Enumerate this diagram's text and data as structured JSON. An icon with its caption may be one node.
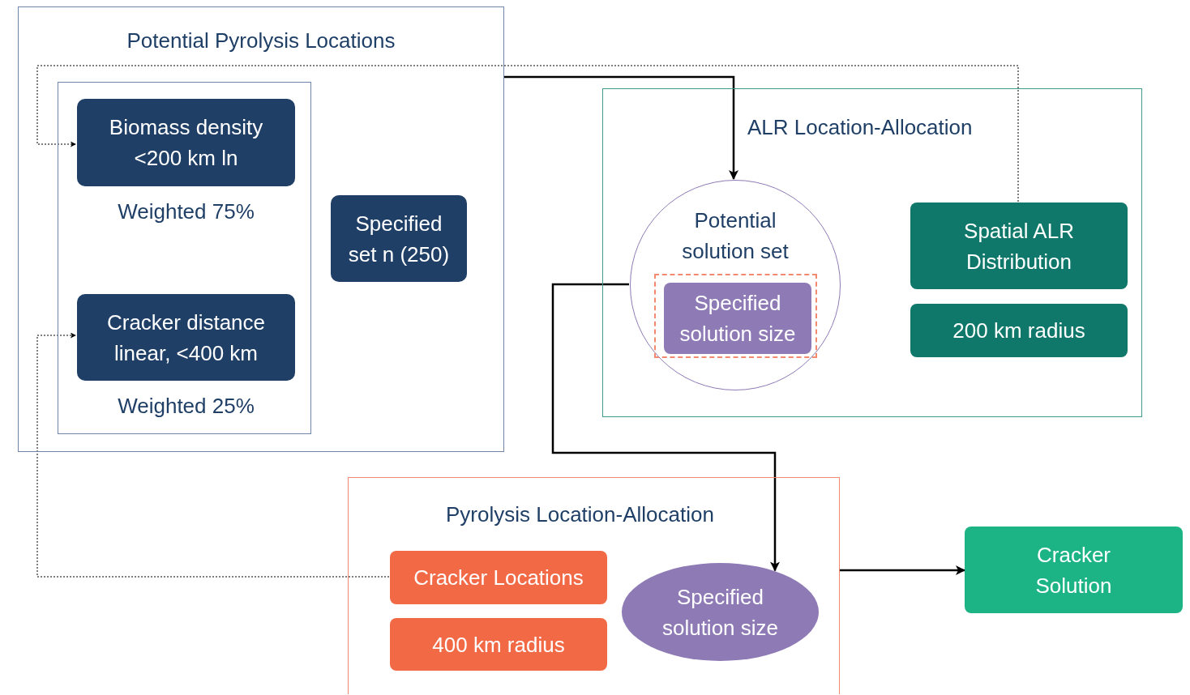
{
  "diagram": {
    "nodes": [
      {
        "text": [
          "Potential Pyrolysis Locations"
        ]
      },
      {
        "text": [],
        "shape": "box",
        "in": 0
      },
      {
        "text": [
          "Biomass density <200 km ln"
        ],
        "in": 1,
        "beside": [
          "Weighted 75%"
        ]
      },
      {
        "text": [
          "Cracker distance linear, <400 km"
        ],
        "in": 1,
        "beside": [
          "Weighted 25%"
        ]
      },
      {
        "text": [
          "Specified set n (250)"
        ],
        "in": 0
      },
      {
        "text": [
          "ALR Location-Allocation"
        ]
      },
      {
        "text": [
          "Potential solution set"
        ],
        "in": 5
      },
      {
        "text": [],
        "shape": "box",
        "in": 6
      },
      {
        "text": [
          "Specified solution size"
        ],
        "in": 7
      },
      {
        "text": [
          "Spatial ALR Distribution"
        ],
        "in": 5
      },
      {
        "text": [
          "200 km radius"
        ],
        "in": 5
      },
      {
        "text": [
          "Pyrolysis Location-Allocation"
        ]
      },
      {
        "text": [
          "Cracker Locations"
        ],
        "in": 11
      },
      {
        "text": [
          "400 km radius"
        ],
        "in": 11
      },
      {
        "text": [
          "Specified solution size"
        ],
        "in": 11
      },
      {
        "text": [
          "Cracker Solution"
        ]
      }
    ],
    "edges": [
      {
        "from": 0,
        "to": 6,
        "arrow": "to"
      },
      {
        "from": 6,
        "to": 14,
        "arrow": "to"
      },
      {
        "from": 11,
        "to": 15,
        "arrow": "to"
      },
      {
        "from": 9,
        "to": 2,
        "arrow": "to",
        "style": "dashed"
      },
      {
        "from": 12,
        "to": 3,
        "arrow": "to",
        "style": "dashed"
      }
    ]
  }
}
